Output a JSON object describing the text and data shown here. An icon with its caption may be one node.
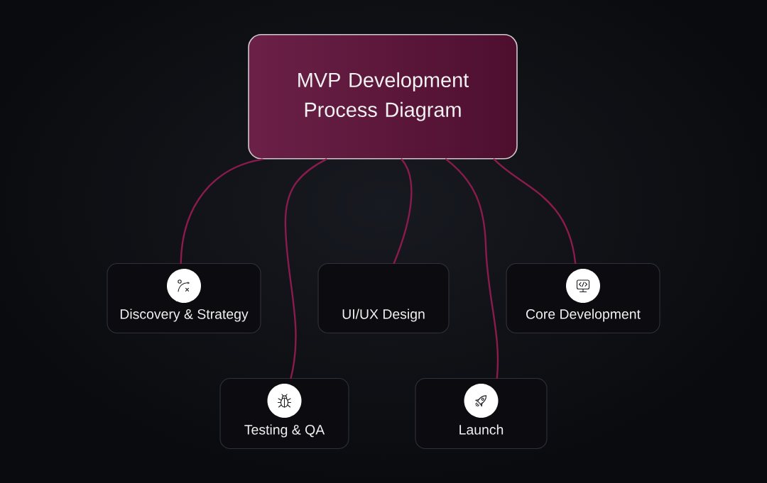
{
  "diagram": {
    "nodes": [
      {
        "text": [
          "MVP Development Process Diagram"
        ]
      },
      {
        "text": [
          "Discovery & Strategy"
        ]
      },
      {
        "text": [
          "UI/UX Design"
        ]
      },
      {
        "text": [
          "Core Development"
        ]
      },
      {
        "text": [
          "Testing & QA"
        ]
      },
      {
        "text": [
          "Launch"
        ]
      }
    ],
    "edges": [
      {
        "from": 0,
        "to": 1,
        "arrow": "none"
      },
      {
        "from": 0,
        "to": 4,
        "arrow": "none"
      },
      {
        "from": 0,
        "to": 2,
        "arrow": "none"
      },
      {
        "from": 0,
        "to": 5,
        "arrow": "none"
      },
      {
        "from": 0,
        "to": 3,
        "arrow": "none"
      }
    ]
  }
}
